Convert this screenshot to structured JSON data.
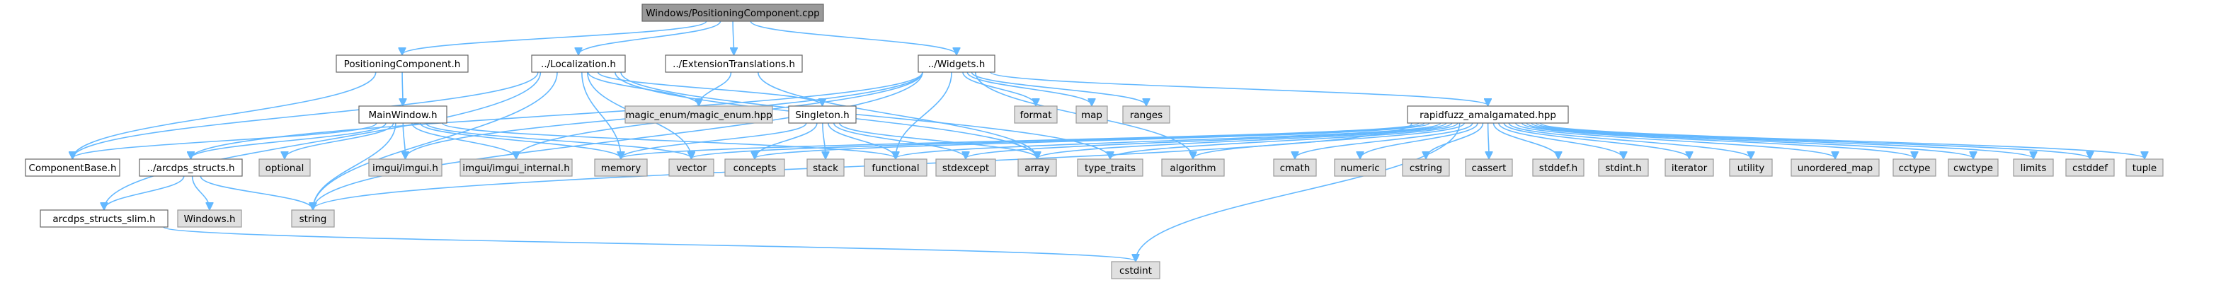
{
  "graph": {
    "nodes": {
      "root": "Windows/PositioningComponent.cpp",
      "positioning_h": "PositioningComponent.h",
      "localization_h": "../Localization.h",
      "extension_translations_h": "../ExtensionTranslations.h",
      "widgets_h": "../Widgets.h",
      "mainwindow_h": "MainWindow.h",
      "magic_enum_hpp": "magic_enum/magic_enum.hpp",
      "singleton_h": "Singleton.h",
      "format": "format",
      "map": "map",
      "ranges": "ranges",
      "rapidfuzz_hpp": "rapidfuzz_amalgamated.hpp",
      "componentbase_h": "ComponentBase.h",
      "arcdps_structs_h": "../arcdps_structs.h",
      "optional": "optional",
      "imgui_h": "imgui/imgui.h",
      "imgui_internal_h": "imgui/imgui_internal.h",
      "memory": "memory",
      "vector": "vector",
      "concepts": "concepts",
      "stack": "stack",
      "functional": "functional",
      "stdexcept": "stdexcept",
      "array": "array",
      "type_traits": "type_traits",
      "algorithm": "algorithm",
      "cmath": "cmath",
      "numeric": "numeric",
      "cstring": "cstring",
      "cassert": "cassert",
      "stddef_h": "stddef.h",
      "stdint_h": "stdint.h",
      "iterator": "iterator",
      "utility": "utility",
      "unordered_map": "unordered_map",
      "cctype": "cctype",
      "cwctype": "cwctype",
      "limits": "limits",
      "cstddef": "cstddef",
      "tuple": "tuple",
      "arcdps_structs_slim_h": "arcdps_structs_slim.h",
      "windows_h": "Windows.h",
      "string": "string",
      "cstdint": "cstdint"
    },
    "edges": [
      [
        "root",
        "positioning_h"
      ],
      [
        "root",
        "localization_h"
      ],
      [
        "root",
        "extension_translations_h"
      ],
      [
        "root",
        "widgets_h"
      ],
      [
        "positioning_h",
        "mainwindow_h"
      ],
      [
        "positioning_h",
        "componentbase_h"
      ],
      [
        "localization_h",
        "magic_enum_hpp"
      ],
      [
        "localization_h",
        "singleton_h"
      ],
      [
        "localization_h",
        "array"
      ],
      [
        "localization_h",
        "memory"
      ],
      [
        "localization_h",
        "vector"
      ],
      [
        "localization_h",
        "string"
      ],
      [
        "localization_h",
        "arcdps_structs_slim_h"
      ],
      [
        "localization_h",
        "type_traits"
      ],
      [
        "localization_h",
        "componentbase_h"
      ],
      [
        "extension_translations_h",
        "magic_enum_hpp"
      ],
      [
        "extension_translations_h",
        "array"
      ],
      [
        "widgets_h",
        "format"
      ],
      [
        "widgets_h",
        "map"
      ],
      [
        "widgets_h",
        "ranges"
      ],
      [
        "widgets_h",
        "rapidfuzz_hpp"
      ],
      [
        "widgets_h",
        "imgui_h"
      ],
      [
        "widgets_h",
        "imgui_internal_h"
      ],
      [
        "widgets_h",
        "functional"
      ],
      [
        "widgets_h",
        "algorithm"
      ],
      [
        "widgets_h",
        "arcdps_structs_h"
      ],
      [
        "widgets_h",
        "string"
      ],
      [
        "mainwindow_h",
        "componentbase_h"
      ],
      [
        "mainwindow_h",
        "arcdps_structs_h"
      ],
      [
        "mainwindow_h",
        "optional"
      ],
      [
        "mainwindow_h",
        "imgui_h"
      ],
      [
        "mainwindow_h",
        "imgui_internal_h"
      ],
      [
        "mainwindow_h",
        "memory"
      ],
      [
        "mainwindow_h",
        "vector"
      ],
      [
        "mainwindow_h",
        "functional"
      ],
      [
        "mainwindow_h",
        "string"
      ],
      [
        "singleton_h",
        "concepts"
      ],
      [
        "singleton_h",
        "stack"
      ],
      [
        "singleton_h",
        "functional"
      ],
      [
        "singleton_h",
        "stdexcept"
      ],
      [
        "singleton_h",
        "array"
      ],
      [
        "singleton_h",
        "memory"
      ],
      [
        "rapidfuzz_hpp",
        "stdexcept"
      ],
      [
        "rapidfuzz_hpp",
        "array"
      ],
      [
        "rapidfuzz_hpp",
        "type_traits"
      ],
      [
        "rapidfuzz_hpp",
        "algorithm"
      ],
      [
        "rapidfuzz_hpp",
        "cmath"
      ],
      [
        "rapidfuzz_hpp",
        "numeric"
      ],
      [
        "rapidfuzz_hpp",
        "cstring"
      ],
      [
        "rapidfuzz_hpp",
        "cassert"
      ],
      [
        "rapidfuzz_hpp",
        "stddef_h"
      ],
      [
        "rapidfuzz_hpp",
        "stdint_h"
      ],
      [
        "rapidfuzz_hpp",
        "iterator"
      ],
      [
        "rapidfuzz_hpp",
        "utility"
      ],
      [
        "rapidfuzz_hpp",
        "unordered_map"
      ],
      [
        "rapidfuzz_hpp",
        "cctype"
      ],
      [
        "rapidfuzz_hpp",
        "cwctype"
      ],
      [
        "rapidfuzz_hpp",
        "limits"
      ],
      [
        "rapidfuzz_hpp",
        "cstddef"
      ],
      [
        "rapidfuzz_hpp",
        "tuple"
      ],
      [
        "rapidfuzz_hpp",
        "vector"
      ],
      [
        "rapidfuzz_hpp",
        "functional"
      ],
      [
        "rapidfuzz_hpp",
        "concepts"
      ],
      [
        "rapidfuzz_hpp",
        "memory"
      ],
      [
        "rapidfuzz_hpp",
        "string"
      ],
      [
        "rapidfuzz_hpp",
        "cstdint"
      ],
      [
        "arcdps_structs_h",
        "arcdps_structs_slim_h"
      ],
      [
        "arcdps_structs_h",
        "windows_h"
      ],
      [
        "arcdps_structs_h",
        "string"
      ],
      [
        "arcdps_structs_slim_h",
        "cstdint"
      ]
    ]
  }
}
